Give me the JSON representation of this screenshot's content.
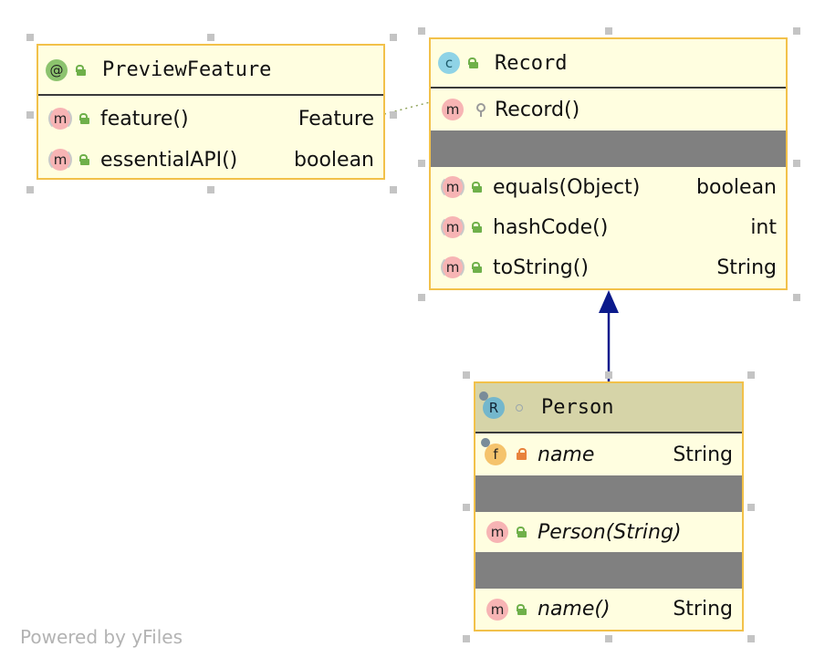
{
  "nodes": {
    "preview_feature": {
      "title": "PreviewFeature",
      "badge": "@",
      "methods": [
        {
          "badge": "m",
          "name": "feature()",
          "type": "Feature"
        },
        {
          "badge": "m",
          "name": "essentialAPI()",
          "type": "boolean"
        }
      ]
    },
    "record": {
      "title": "Record",
      "badge": "c",
      "constructors": [
        {
          "badge": "m",
          "name": "Record()",
          "type": ""
        }
      ],
      "methods": [
        {
          "badge": "m",
          "name": "equals(Object)",
          "type": "boolean"
        },
        {
          "badge": "m",
          "name": "hashCode()",
          "type": "int"
        },
        {
          "badge": "m",
          "name": "toString()",
          "type": "String"
        }
      ]
    },
    "person": {
      "title": "Person",
      "badge": "R",
      "fields": [
        {
          "badge": "f",
          "name": "name",
          "type": "String"
        }
      ],
      "constructors": [
        {
          "badge": "m",
          "name": "Person(String)",
          "type": ""
        }
      ],
      "methods": [
        {
          "badge": "m",
          "name": "name()",
          "type": "String"
        }
      ]
    }
  },
  "footer": "Powered by yFiles",
  "colors": {
    "node_border": "#f2c14a",
    "node_fill": "#fffee0",
    "person_header": "#d6d4a8",
    "separator": "#808080",
    "inheritance_arrow": "#0b1a8c",
    "annotation_link": "#8fa35a"
  }
}
